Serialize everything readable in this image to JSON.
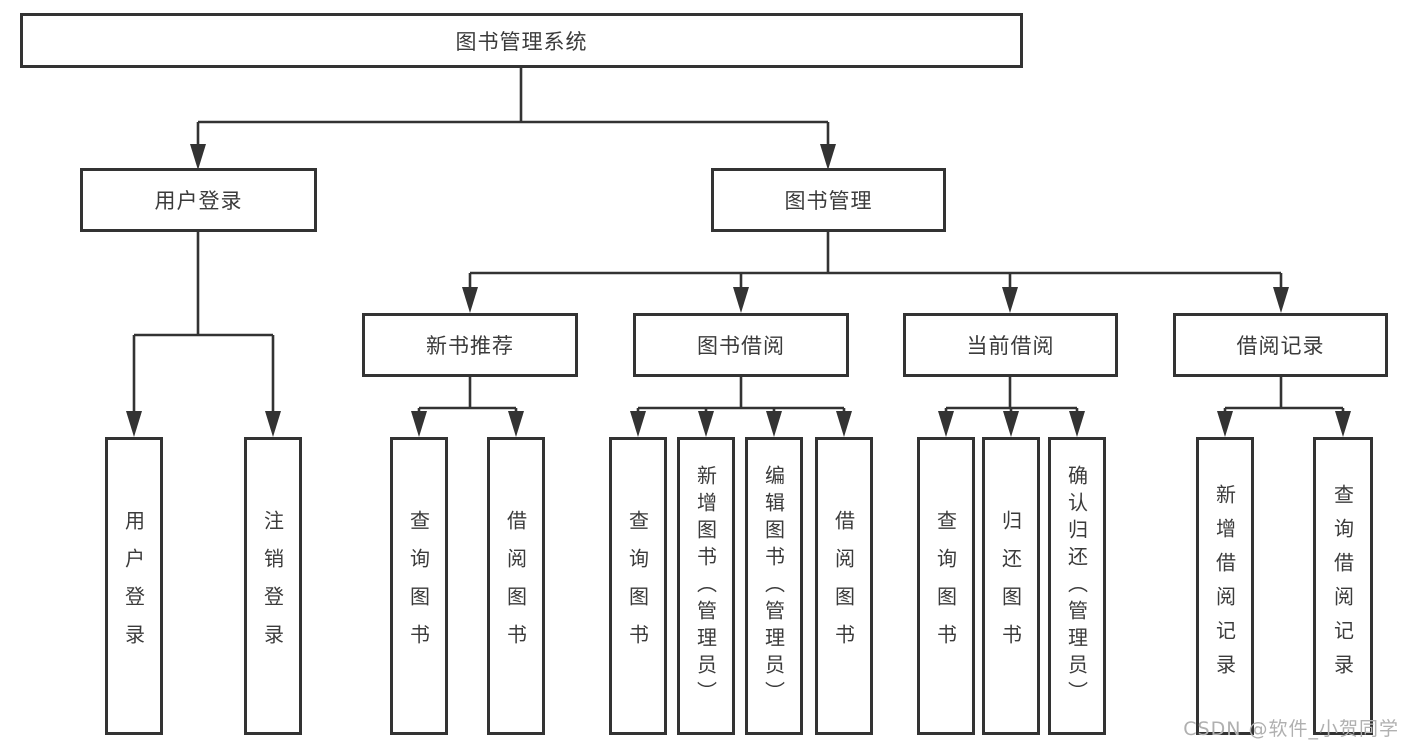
{
  "diagram": {
    "type": "hierarchy-tree",
    "title": "图书管理系统",
    "watermark": "CSDN @软件_小贺同学",
    "colors": {
      "line": "#333333",
      "border": "#333333",
      "text": "#3b3b3b",
      "watermark": "#b0b0b0",
      "background": "#ffffff"
    },
    "nodes": {
      "root": {
        "label": "图书管理系统"
      },
      "user_login": {
        "label": "用户登录",
        "parent": "root"
      },
      "book_mgmt": {
        "label": "图书管理",
        "parent": "root"
      },
      "new_book_rec": {
        "label": "新书推荐",
        "parent": "book_mgmt"
      },
      "book_borrow": {
        "label": "图书借阅",
        "parent": "book_mgmt"
      },
      "current_borrow": {
        "label": "当前借阅",
        "parent": "book_mgmt"
      },
      "borrow_records": {
        "label": "借阅记录",
        "parent": "book_mgmt"
      },
      "leaf_user_login": {
        "label": "用户登录",
        "parent": "user_login"
      },
      "leaf_logout": {
        "label": "注销登录",
        "parent": "user_login"
      },
      "leaf_query_book_rec": {
        "label": "查询图书",
        "parent": "new_book_rec"
      },
      "leaf_borrow_book_rec": {
        "label": "借阅图书",
        "parent": "new_book_rec"
      },
      "leaf_query_book_borrow": {
        "label": "查询图书",
        "parent": "book_borrow"
      },
      "leaf_add_book": {
        "label": "新增图书（管理员）",
        "parent": "book_borrow"
      },
      "leaf_edit_book": {
        "label": "编辑图书（管理员）",
        "parent": "book_borrow"
      },
      "leaf_borrow_book": {
        "label": "借阅图书",
        "parent": "book_borrow"
      },
      "leaf_query_book_cur": {
        "label": "查询图书",
        "parent": "current_borrow"
      },
      "leaf_return_book": {
        "label": "归还图书",
        "parent": "current_borrow"
      },
      "leaf_confirm_return": {
        "label": "确认归还（管理员）",
        "parent": "current_borrow"
      },
      "leaf_add_record": {
        "label": "新增借阅记录",
        "parent": "borrow_records"
      },
      "leaf_query_record": {
        "label": "查询借阅记录",
        "parent": "borrow_records"
      }
    }
  }
}
